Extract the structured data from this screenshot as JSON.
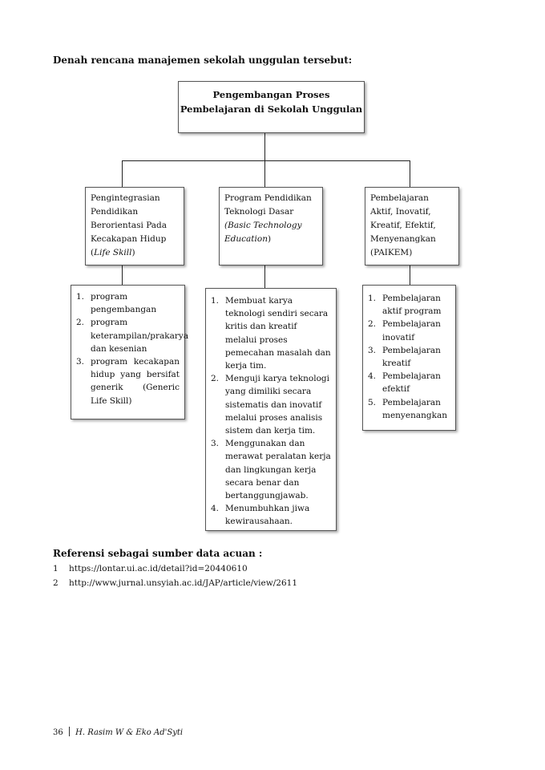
{
  "heading": "Denah rencana manajemen sekolah unggulan tersebut:",
  "diagram": {
    "root": {
      "line1": "Pengembangan Proses",
      "line2": "Pembelajaran di Sekolah Unggulan"
    },
    "left": {
      "lines": [
        "Pengintegrasian",
        "Pendidikan",
        "Berorientasi Pada",
        "Kecakapan Hidup"
      ],
      "italic": "Life Skill",
      "prefix": "(",
      "suffix": ")",
      "items": [
        "program pengembangan",
        "program keterampilan/prakarya dan kesenian",
        "program kecakapan hidup yang bersifat generik (Generic Life Skill)"
      ]
    },
    "center": {
      "lines": [
        "Program Pendidikan",
        "Teknologi Dasar"
      ],
      "italic1": "(Basic Technology",
      "italic2": "Education",
      "suffix": ")",
      "items": [
        "Membuat karya teknologi sendiri secara kritis dan kreatif melalui proses pemecahan masalah dan kerja tim.",
        "Menguji karya teknologi yang dimiliki secara sistematis dan inovatif melalui proses analisis sistem dan kerja tim.",
        "Menggunakan dan merawat peralatan kerja dan lingkungan kerja secara benar dan bertanggungjawab.",
        "Menumbuhkan jiwa kewirausahaan."
      ]
    },
    "right": {
      "lines": [
        "Pembelajaran",
        "Aktif, Inovatif,",
        "Kreatif, Efektif,",
        "Menyenangkan",
        "(PAIKEM)"
      ],
      "items": [
        "Pembelajaran aktif program",
        "Pembelajaran inovatif",
        "Pembelajaran kreatif",
        "Pembelajaran efektif",
        "Pembelajaran menyenangkan"
      ]
    }
  },
  "references": {
    "title": "Referensi sebagai sumber data acuan :",
    "items": [
      {
        "num": "1",
        "text": "https://lontar.ui.ac.id/detail?id=20440610"
      },
      {
        "num": "2",
        "text": "http://www.jurnal.unsyiah.ac.id/JAP/article/view/2611"
      }
    ]
  },
  "footer": {
    "page": "36",
    "authors": "H. Rasim W & Eko Ad'Syti"
  }
}
